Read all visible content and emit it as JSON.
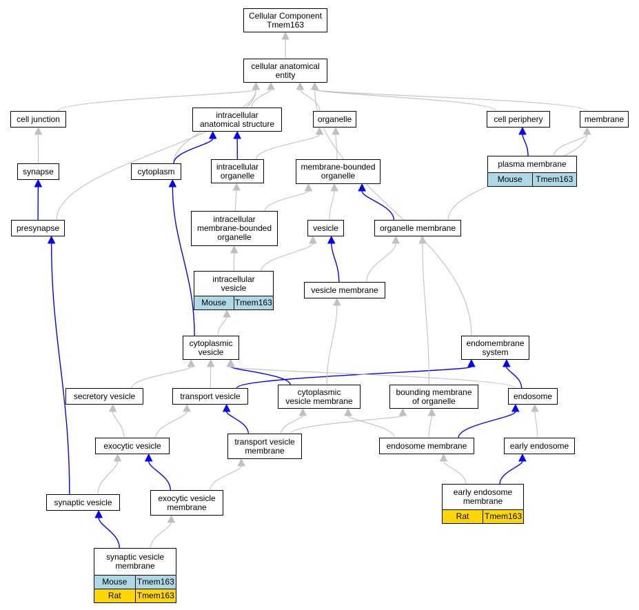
{
  "colors": {
    "is_a_edge": "#c0c0c0",
    "part_of_edge": "#0000ff",
    "mouse": "#add8e6",
    "rat": "#ffd700"
  },
  "nodes": {
    "root": {
      "label": "Cellular Component\nTmem163"
    },
    "cae": {
      "label": "cellular anatomical\nentity"
    },
    "cj": {
      "label": "cell junction"
    },
    "ias": {
      "label": "intracellular\nanatomical structure"
    },
    "org": {
      "label": "organelle"
    },
    "cp": {
      "label": "cell periphery"
    },
    "mem": {
      "label": "membrane"
    },
    "syn": {
      "label": "synapse"
    },
    "cyt": {
      "label": "cytoplasm"
    },
    "io": {
      "label": "intracellular\norganelle"
    },
    "mbo": {
      "label": "membrane-bounded\norganelle"
    },
    "pm": {
      "label": "plasma membrane",
      "ann": [
        {
          "species": "Mouse",
          "gene": "Tmem163"
        }
      ]
    },
    "pre": {
      "label": "presynapse"
    },
    "imbo": {
      "label": "intracellular\nmembrane-bounded\norganelle"
    },
    "ves": {
      "label": "vesicle"
    },
    "om": {
      "label": "organelle membrane"
    },
    "iv": {
      "label": "intracellular\nvesicle",
      "ann": [
        {
          "species": "Mouse",
          "gene": "Tmem163"
        }
      ]
    },
    "vm": {
      "label": "vesicle membrane"
    },
    "cv": {
      "label": "cytoplasmic\nvesicle"
    },
    "ems": {
      "label": "endomembrane\nsystem"
    },
    "sv": {
      "label": "secretory vesicle"
    },
    "tv": {
      "label": "transport vesicle"
    },
    "cvm": {
      "label": "cytoplasmic\nvesicle membrane"
    },
    "bmo": {
      "label": "bounding membrane\nof organelle"
    },
    "endo": {
      "label": "endosome"
    },
    "exv": {
      "label": "exocytic vesicle"
    },
    "tvm": {
      "label": "transport vesicle\nmembrane"
    },
    "em": {
      "label": "endosome membrane"
    },
    "ee": {
      "label": "early endosome"
    },
    "synv": {
      "label": "synaptic vesicle"
    },
    "exvm": {
      "label": "exocytic vesicle\nmembrane"
    },
    "eem": {
      "label": "early endosome\nmembrane",
      "ann": [
        {
          "species": "Rat",
          "gene": "Tmem163"
        }
      ]
    },
    "svm": {
      "label": "synaptic vesicle\nmembrane",
      "ann": [
        {
          "species": "Mouse",
          "gene": "Tmem163"
        },
        {
          "species": "Rat",
          "gene": "Tmem163"
        }
      ]
    }
  },
  "edges": [
    {
      "from": "cae",
      "to": "root",
      "type": "is_a"
    },
    {
      "from": "cj",
      "to": "cae",
      "type": "is_a"
    },
    {
      "from": "ias",
      "to": "cae",
      "type": "is_a"
    },
    {
      "from": "org",
      "to": "cae",
      "type": "is_a"
    },
    {
      "from": "cp",
      "to": "cae",
      "type": "is_a"
    },
    {
      "from": "mem",
      "to": "cae",
      "type": "is_a"
    },
    {
      "from": "syn",
      "to": "cj",
      "type": "is_a"
    },
    {
      "from": "cyt",
      "to": "cae",
      "type": "is_a"
    },
    {
      "from": "cyt",
      "to": "ias",
      "type": "part_of"
    },
    {
      "from": "io",
      "to": "ias",
      "type": "part_of"
    },
    {
      "from": "io",
      "to": "org",
      "type": "is_a"
    },
    {
      "from": "mbo",
      "to": "org",
      "type": "is_a"
    },
    {
      "from": "pm",
      "to": "cp",
      "type": "part_of"
    },
    {
      "from": "pm",
      "to": "mem",
      "type": "is_a"
    },
    {
      "from": "pre",
      "to": "cae",
      "type": "is_a"
    },
    {
      "from": "pre",
      "to": "syn",
      "type": "part_of"
    },
    {
      "from": "imbo",
      "to": "io",
      "type": "is_a"
    },
    {
      "from": "imbo",
      "to": "mbo",
      "type": "is_a"
    },
    {
      "from": "ves",
      "to": "mbo",
      "type": "is_a"
    },
    {
      "from": "om",
      "to": "mbo",
      "type": "part_of"
    },
    {
      "from": "om",
      "to": "mem",
      "type": "is_a"
    },
    {
      "from": "iv",
      "to": "imbo",
      "type": "is_a"
    },
    {
      "from": "iv",
      "to": "ves",
      "type": "is_a"
    },
    {
      "from": "vm",
      "to": "ves",
      "type": "part_of"
    },
    {
      "from": "vm",
      "to": "om",
      "type": "is_a"
    },
    {
      "from": "cv",
      "to": "iv",
      "type": "is_a"
    },
    {
      "from": "cv",
      "to": "cyt",
      "type": "part_of"
    },
    {
      "from": "ems",
      "to": "cae",
      "type": "is_a"
    },
    {
      "from": "sv",
      "to": "cv",
      "type": "is_a"
    },
    {
      "from": "tv",
      "to": "cv",
      "type": "is_a"
    },
    {
      "from": "tv",
      "to": "ems",
      "type": "part_of"
    },
    {
      "from": "cvm",
      "to": "cv",
      "type": "part_of"
    },
    {
      "from": "cvm",
      "to": "vm",
      "type": "is_a"
    },
    {
      "from": "bmo",
      "to": "om",
      "type": "is_a"
    },
    {
      "from": "endo",
      "to": "ems",
      "type": "part_of"
    },
    {
      "from": "endo",
      "to": "cv",
      "type": "is_a"
    },
    {
      "from": "exv",
      "to": "sv",
      "type": "is_a"
    },
    {
      "from": "exv",
      "to": "tv",
      "type": "is_a"
    },
    {
      "from": "tvm",
      "to": "tv",
      "type": "part_of"
    },
    {
      "from": "tvm",
      "to": "cvm",
      "type": "is_a"
    },
    {
      "from": "tvm",
      "to": "bmo",
      "type": "is_a"
    },
    {
      "from": "em",
      "to": "endo",
      "type": "part_of"
    },
    {
      "from": "em",
      "to": "cvm",
      "type": "is_a"
    },
    {
      "from": "em",
      "to": "bmo",
      "type": "is_a"
    },
    {
      "from": "ee",
      "to": "endo",
      "type": "is_a"
    },
    {
      "from": "synv",
      "to": "exv",
      "type": "is_a"
    },
    {
      "from": "synv",
      "to": "pre",
      "type": "part_of"
    },
    {
      "from": "exvm",
      "to": "exv",
      "type": "part_of"
    },
    {
      "from": "exvm",
      "to": "tvm",
      "type": "is_a"
    },
    {
      "from": "eem",
      "to": "em",
      "type": "is_a"
    },
    {
      "from": "eem",
      "to": "ee",
      "type": "part_of"
    },
    {
      "from": "svm",
      "to": "synv",
      "type": "part_of"
    },
    {
      "from": "svm",
      "to": "exvm",
      "type": "is_a"
    }
  ]
}
